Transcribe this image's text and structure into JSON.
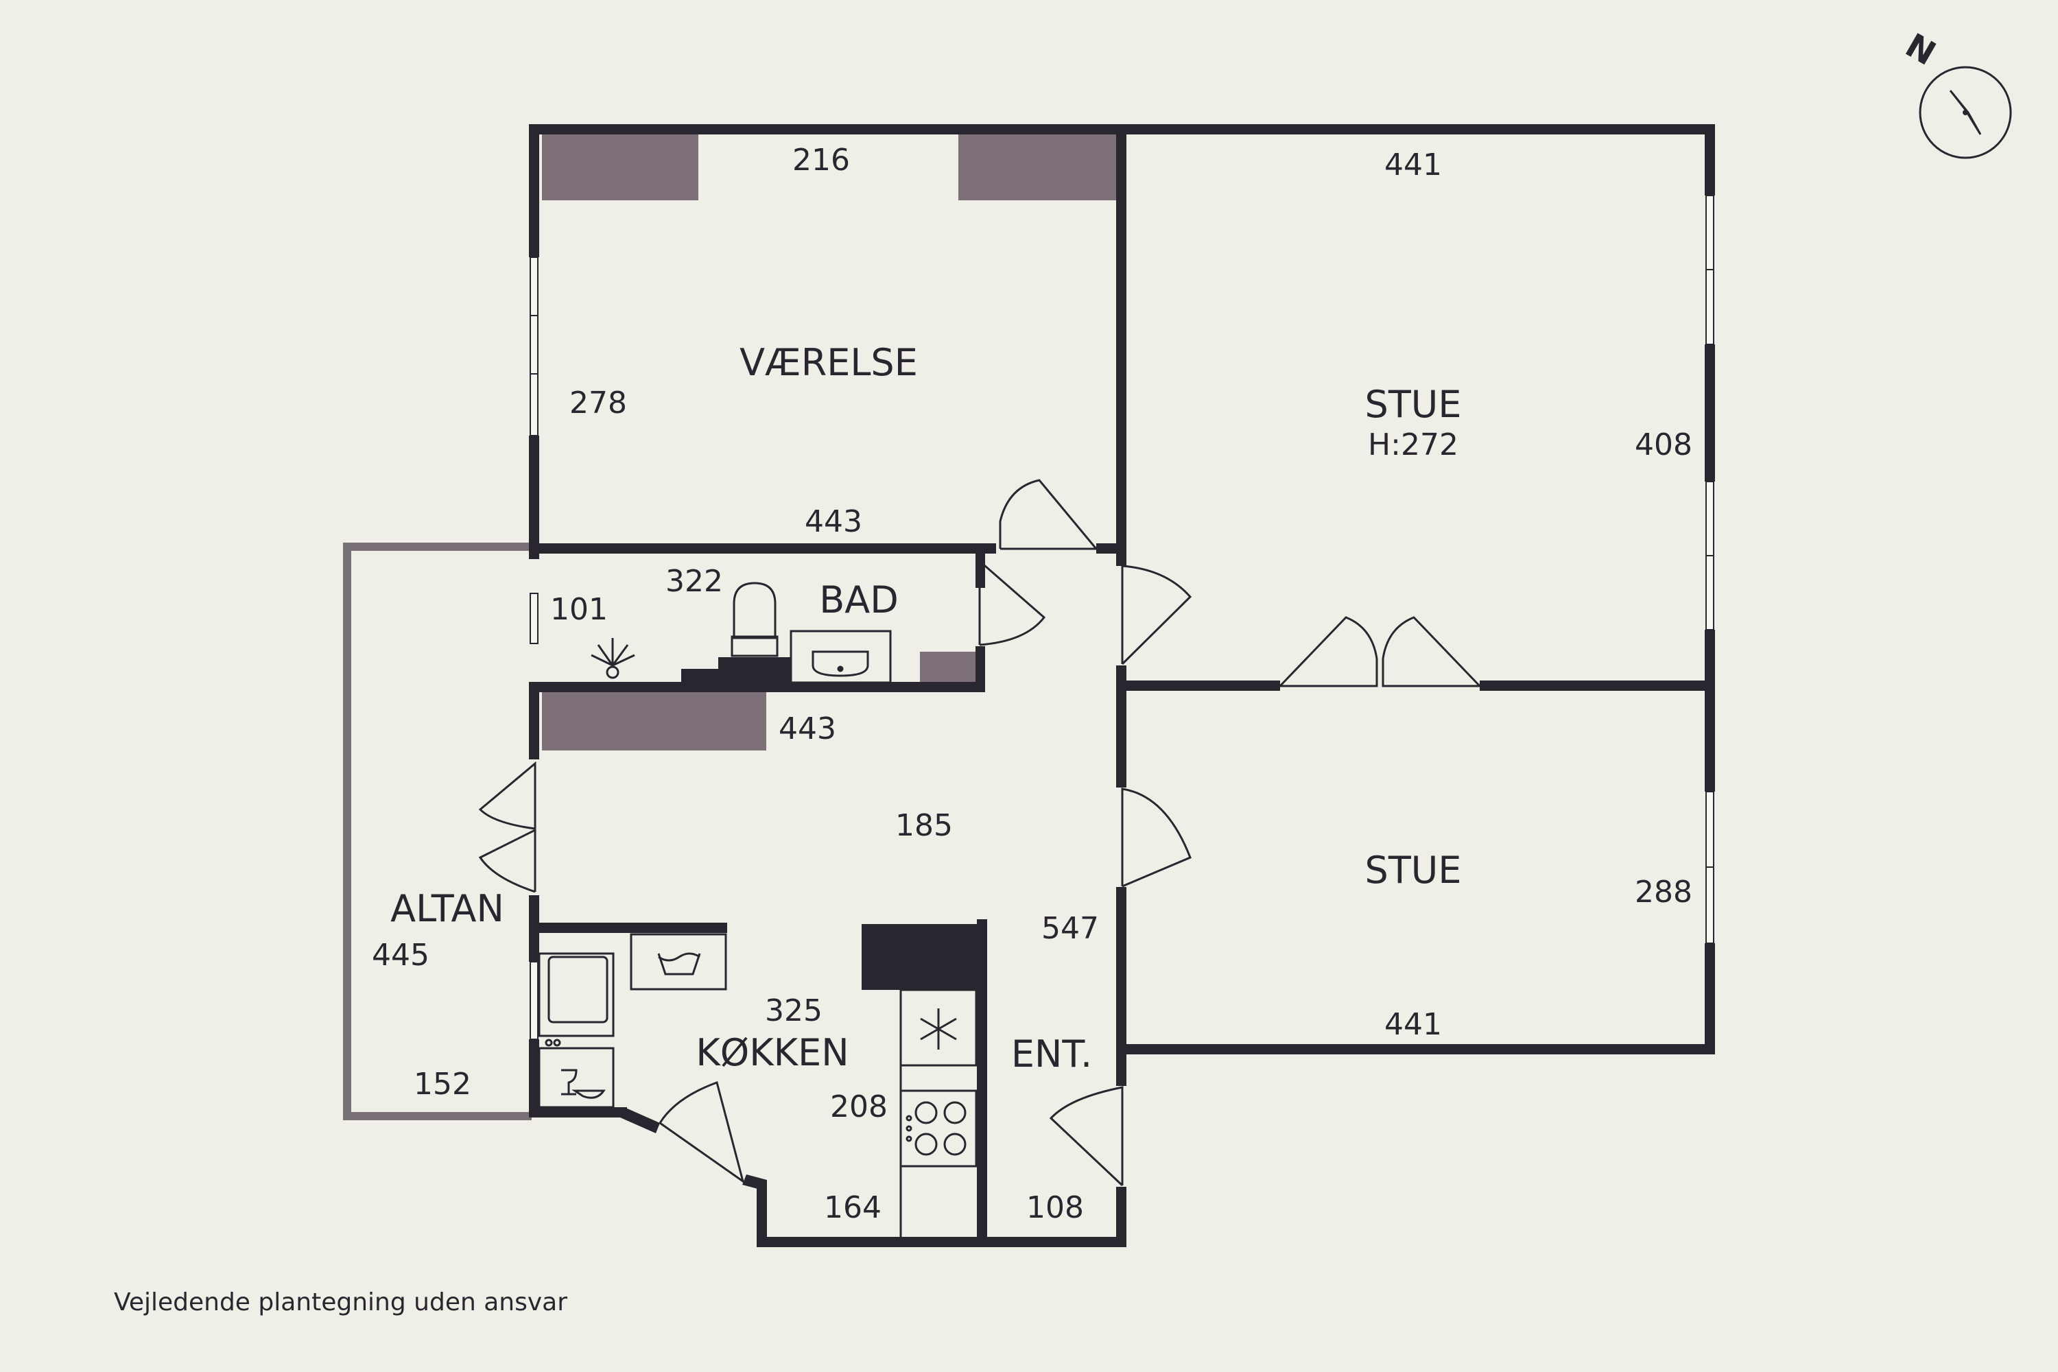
{
  "rooms": {
    "vaerelse": "VÆRELSE",
    "stue_upper": "STUE",
    "stue_upper_height": "H:272",
    "stue_lower": "STUE",
    "bad": "BAD",
    "koekken": "KØKKEN",
    "entre": "ENT.",
    "altan": "ALTAN"
  },
  "dimensions": {
    "vaerelse_top": "216",
    "vaerelse_side": "278",
    "vaerelse_bottom": "443",
    "stue_upper_top": "441",
    "stue_upper_side": "408",
    "bad_top": "322",
    "bad_side": "101",
    "hall_top": "443",
    "hall_middle": "185",
    "hall_side": "547",
    "stue_lower_side": "288",
    "stue_lower_bottom": "441",
    "altan_side": "445",
    "altan_bottom": "152",
    "koekken_top": "325",
    "koekken_side": "208",
    "koekken_bottom": "164",
    "entre_bottom": "108"
  },
  "compass": {
    "label": "N"
  },
  "footer": {
    "disclaimer": "Vejledende plantegning uden ansvar"
  },
  "colors": {
    "background": "#f0efe7",
    "wall": "#2a2630",
    "cabinet": "#7d7078",
    "balcony": "#7a7078"
  }
}
